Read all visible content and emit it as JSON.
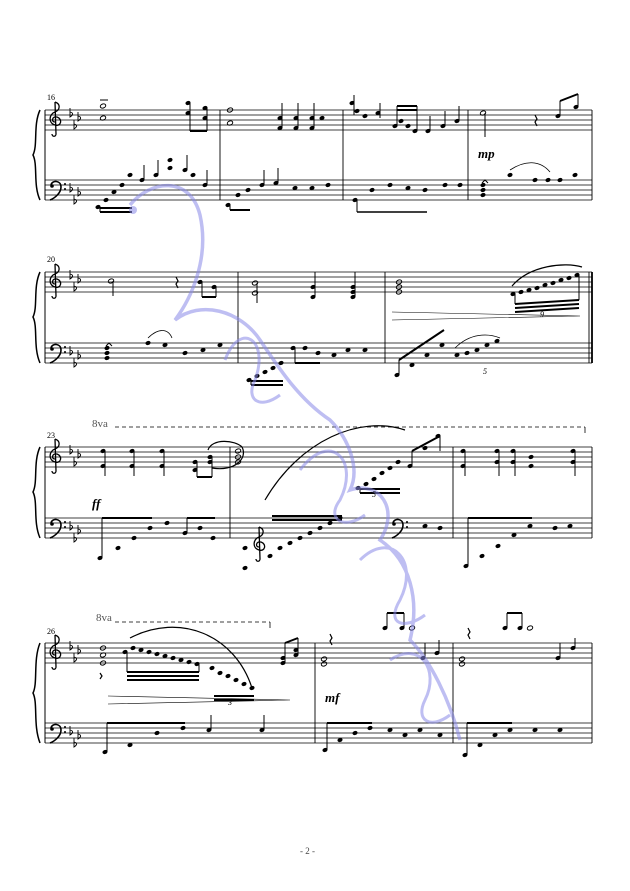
{
  "page": {
    "number_label": "- 2 -"
  },
  "key_signature": "E-flat major (3 flats)",
  "clefs": {
    "upper": "treble",
    "lower": "bass"
  },
  "systems": [
    {
      "first_measure": "16",
      "measure_count": 4,
      "dynamics": [
        "mp"
      ],
      "tuplets": [],
      "ottava": ""
    },
    {
      "first_measure": "20",
      "measure_count": 3,
      "dynamics": [],
      "tuplets": [
        "9",
        "5"
      ],
      "ottava": ""
    },
    {
      "first_measure": "23",
      "measure_count": 3,
      "dynamics": [
        "ff"
      ],
      "tuplets": [
        "5"
      ],
      "ottava": "8va"
    },
    {
      "first_measure": "26",
      "measure_count": 3,
      "dynamics": [
        "mf"
      ],
      "tuplets": [
        "3"
      ],
      "ottava": "8va"
    }
  ],
  "watermark": {
    "color": "#8a8ae8"
  }
}
